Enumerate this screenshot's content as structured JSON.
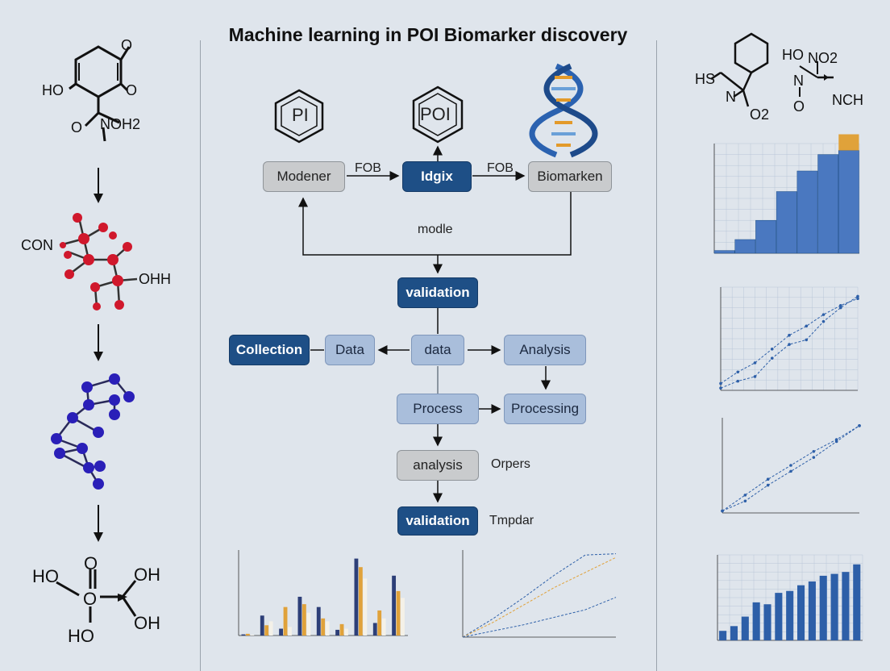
{
  "title": "Machine learning in POI Biomarker discovery",
  "left_column": {
    "molecule1_labels": {
      "o_top": "O",
      "ho": "HO",
      "o_right": "O",
      "o_bottom": "O",
      "n_o_h2": "NOH2"
    },
    "molecule2_labels": {
      "con": "CON",
      "ohh": "OHH"
    },
    "molecule4_labels": {
      "ho1": "HO",
      "o_top": "O",
      "oh1": "OH",
      "o_mid": "O",
      "oh2": "OH",
      "ho2": "HO"
    },
    "colors": {
      "red_atom": "#d0182c",
      "blue_atom": "#2a1fb8"
    }
  },
  "center": {
    "icons": [
      {
        "name": "pi-hexagon-icon",
        "label": "PI"
      },
      {
        "name": "poi-hexagon-icon",
        "label": "POI"
      },
      {
        "name": "dna-helix-icon",
        "label": ""
      }
    ],
    "nodes": {
      "modener": "Modener",
      "idgix": "Idgix",
      "biomarken": "Biomarken",
      "validation_top": "validation",
      "collection": "Collection",
      "data_left": "Data",
      "data_mid": "data",
      "analysis": "Analysis",
      "process": "Process",
      "processing": "Processing",
      "analysis_small": "analysis",
      "validation_bottom": "validation"
    },
    "labels": {
      "fob1": "FOB",
      "fob2": "FOB",
      "modle": "modle",
      "orpers": "Orpers",
      "tmpdar": "Tmpdar"
    },
    "colors": {
      "dark": "#1e4f86",
      "light": "#a9bedb",
      "gray": "#c9cbcd"
    }
  },
  "right_column": {
    "molecule_labels": {
      "hs": "HS",
      "n": "N",
      "o2": "O2",
      "ho": "HO",
      "n_o2": "NO2",
      "n_ch": "NCH",
      "n2": "N",
      "o": "O"
    }
  },
  "chart_data": [
    {
      "type": "bar",
      "title": "",
      "categories": [
        "",
        "",
        "",
        "",
        "",
        "",
        "",
        "",
        "",
        ""
      ],
      "series": [
        {
          "values": [
            2,
            10,
            24,
            45,
            60,
            72,
            75
          ]
        }
      ],
      "ylim": [
        0,
        80
      ]
    },
    {
      "type": "line",
      "title": "",
      "x": [
        0,
        1,
        2,
        3,
        4,
        5,
        6,
        7,
        8
      ],
      "series": [
        {
          "values": [
            3,
            8,
            12,
            18,
            24,
            28,
            33,
            37,
            40
          ]
        },
        {
          "values": [
            1,
            4,
            6,
            14,
            20,
            22,
            30,
            36,
            41
          ]
        }
      ],
      "ylim": [
        0,
        45
      ]
    },
    {
      "type": "line",
      "title": "",
      "x": [
        0,
        1,
        2,
        3,
        4,
        5,
        6
      ],
      "series": [
        {
          "values": [
            1,
            9,
            17,
            24,
            31,
            37,
            44
          ]
        },
        {
          "values": [
            1,
            6,
            14,
            21,
            28,
            36,
            44
          ]
        }
      ],
      "ylim": [
        0,
        48
      ]
    },
    {
      "type": "bar",
      "title": "",
      "categories": [
        "",
        "",
        "",
        "",
        "",
        "",
        "",
        "",
        "",
        "",
        "",
        "",
        ""
      ],
      "series": [
        {
          "values": [
            10,
            15,
            25,
            40,
            38,
            50,
            52,
            58,
            62,
            68,
            70,
            72,
            80
          ]
        }
      ],
      "ylim": [
        0,
        90
      ]
    },
    {
      "type": "bar",
      "title": "",
      "categories": [
        "",
        "",
        "",
        "",
        "",
        "",
        "",
        "",
        ""
      ],
      "series": [
        {
          "name": "",
          "values": [
            2,
            35,
            12,
            68,
            50,
            10,
            135,
            22,
            105
          ]
        },
        {
          "name": "",
          "values": [
            3,
            18,
            50,
            55,
            30,
            20,
            120,
            44,
            78
          ]
        },
        {
          "name": "",
          "values": [
            1,
            25,
            15,
            40,
            25,
            12,
            100,
            30,
            66
          ]
        }
      ],
      "ylim": [
        0,
        150
      ]
    },
    {
      "type": "line",
      "title": "",
      "x": [
        0,
        1,
        2,
        3,
        4,
        5
      ],
      "series": [
        {
          "values": [
            0,
            15,
            32,
            50,
            66,
            67
          ]
        },
        {
          "values": [
            0,
            12,
            26,
            40,
            52,
            64
          ]
        },
        {
          "values": [
            0,
            5,
            10,
            16,
            22,
            32
          ]
        }
      ],
      "ylim": [
        0,
        70
      ]
    }
  ]
}
